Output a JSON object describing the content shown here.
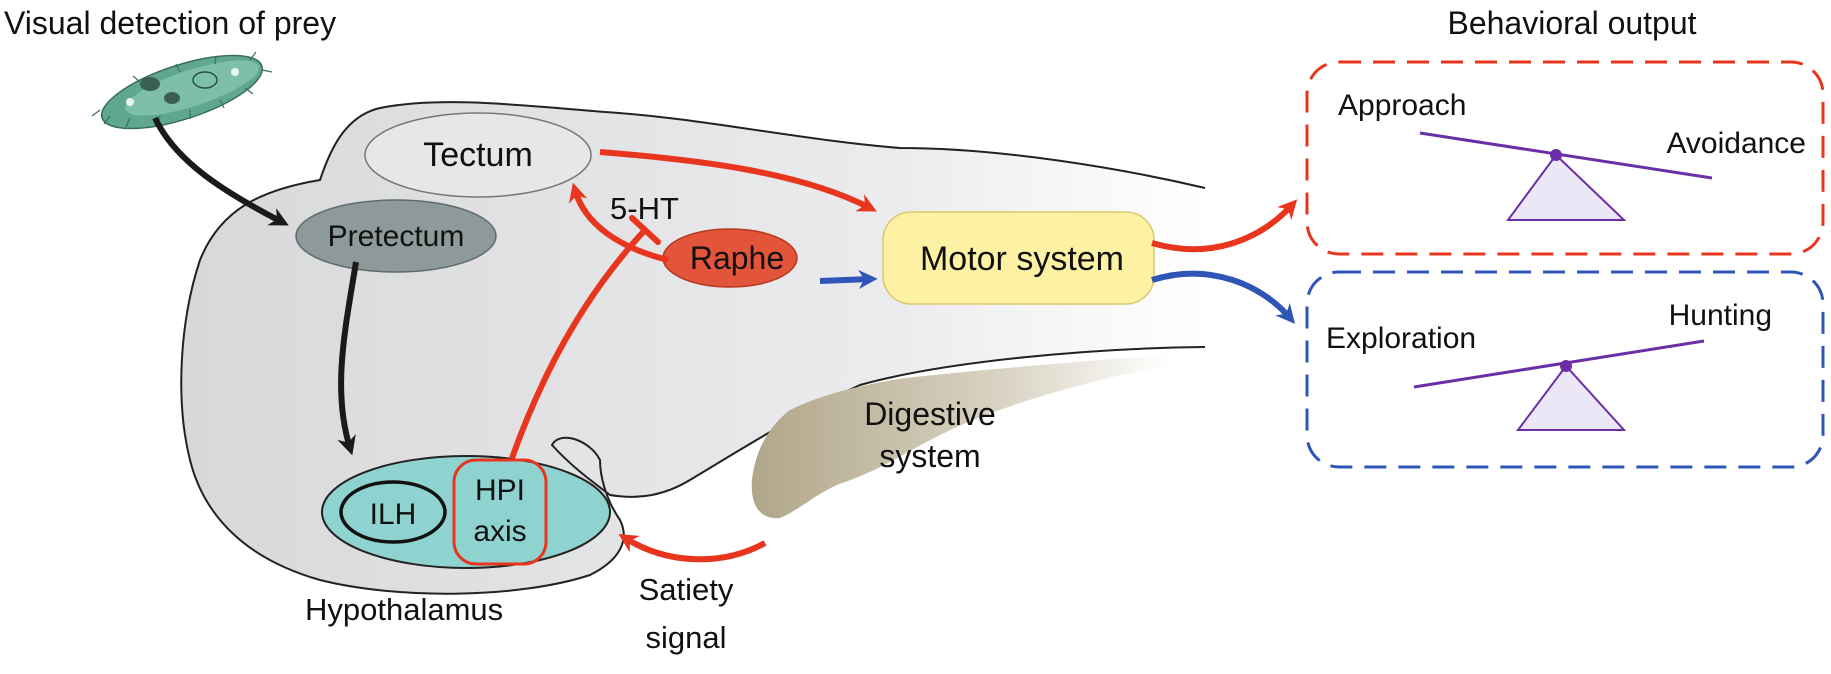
{
  "labels": {
    "visual_detection": "Visual detection of prey",
    "behavioral_output": "Behavioral output",
    "tectum": "Tectum",
    "pretectum": "Pretectum",
    "five_ht": "5-HT",
    "raphe": "Raphe",
    "motor_system": "Motor system",
    "digestive_line1": "Digestive",
    "digestive_line2": "system",
    "ilh": "ILH",
    "hpi_line1": "HPI",
    "hpi_line2": "axis",
    "hypothalamus": "Hypothalamus",
    "satiety_line1": "Satiety",
    "satiety_line2": "signal",
    "approach": "Approach",
    "avoidance": "Avoidance",
    "exploration": "Exploration",
    "hunting": "Hunting"
  },
  "colors": {
    "excitatory_red": "#e8361e",
    "blue_pathway": "#2f55b7",
    "visual_black": "#1a1a1a",
    "brain_fill": "#e3e4e6",
    "tectum_fill": "#e6e7e8",
    "pretectum_fill": "#8d9a99",
    "raphe_fill": "#e2553a",
    "motor_fill": "#fdf2a4",
    "hypothalamus_fill": "#8fd3d1",
    "digestive_fill": "#bdb39a",
    "balance_line": "#6a2fa7",
    "balance_triangle": "#ece7f7",
    "red_box_dash": "#e8361e",
    "blue_box_dash": "#2f55b7"
  }
}
